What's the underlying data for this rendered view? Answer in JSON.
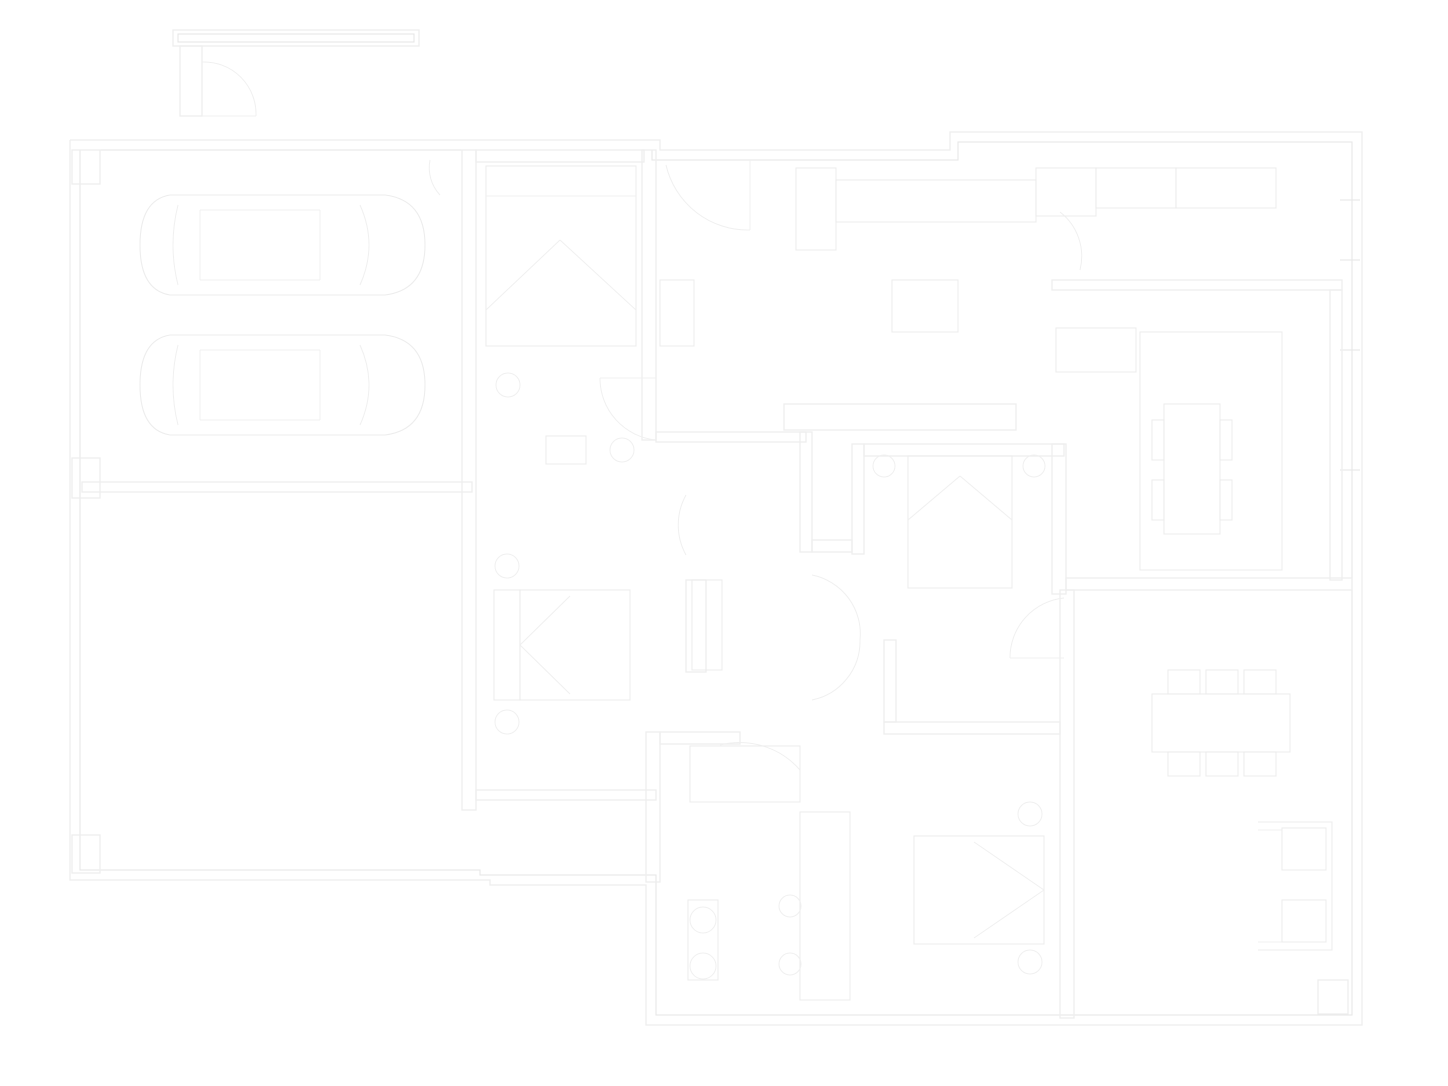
{
  "drawing": {
    "kind": "architectural floor plan",
    "line_color": "#eeeeee",
    "background": "#ffffff",
    "labels_present": false
  },
  "spaces": [
    {
      "id": "garage",
      "fixtures": [
        "car",
        "car"
      ]
    },
    {
      "id": "utility-room",
      "fixtures": [
        "storage-unit",
        "counter"
      ]
    },
    {
      "id": "front-storage"
    },
    {
      "id": "entrance-hall",
      "fixtures": [
        "shelf",
        "desk"
      ]
    },
    {
      "id": "bathroom",
      "fixtures": [
        "bathtub",
        "sink",
        "sink"
      ]
    },
    {
      "id": "living-area",
      "fixtures": [
        "sofa",
        "armchair",
        "table"
      ]
    },
    {
      "id": "dining-area",
      "fixtures": [
        "dining-table",
        "chair",
        "chair",
        "chair",
        "chair",
        "chair",
        "chair"
      ]
    },
    {
      "id": "bedroom",
      "fixtures": [
        "bed",
        "nightstand",
        "nightstand"
      ]
    },
    {
      "id": "bedroom-2",
      "fixtures": [
        "bed",
        "nightstand",
        "nightstand"
      ]
    },
    {
      "id": "closet",
      "fixtures": [
        "wardrobe"
      ]
    },
    {
      "id": "kitchen",
      "fixtures": [
        "counter",
        "stool",
        "stool"
      ]
    }
  ]
}
